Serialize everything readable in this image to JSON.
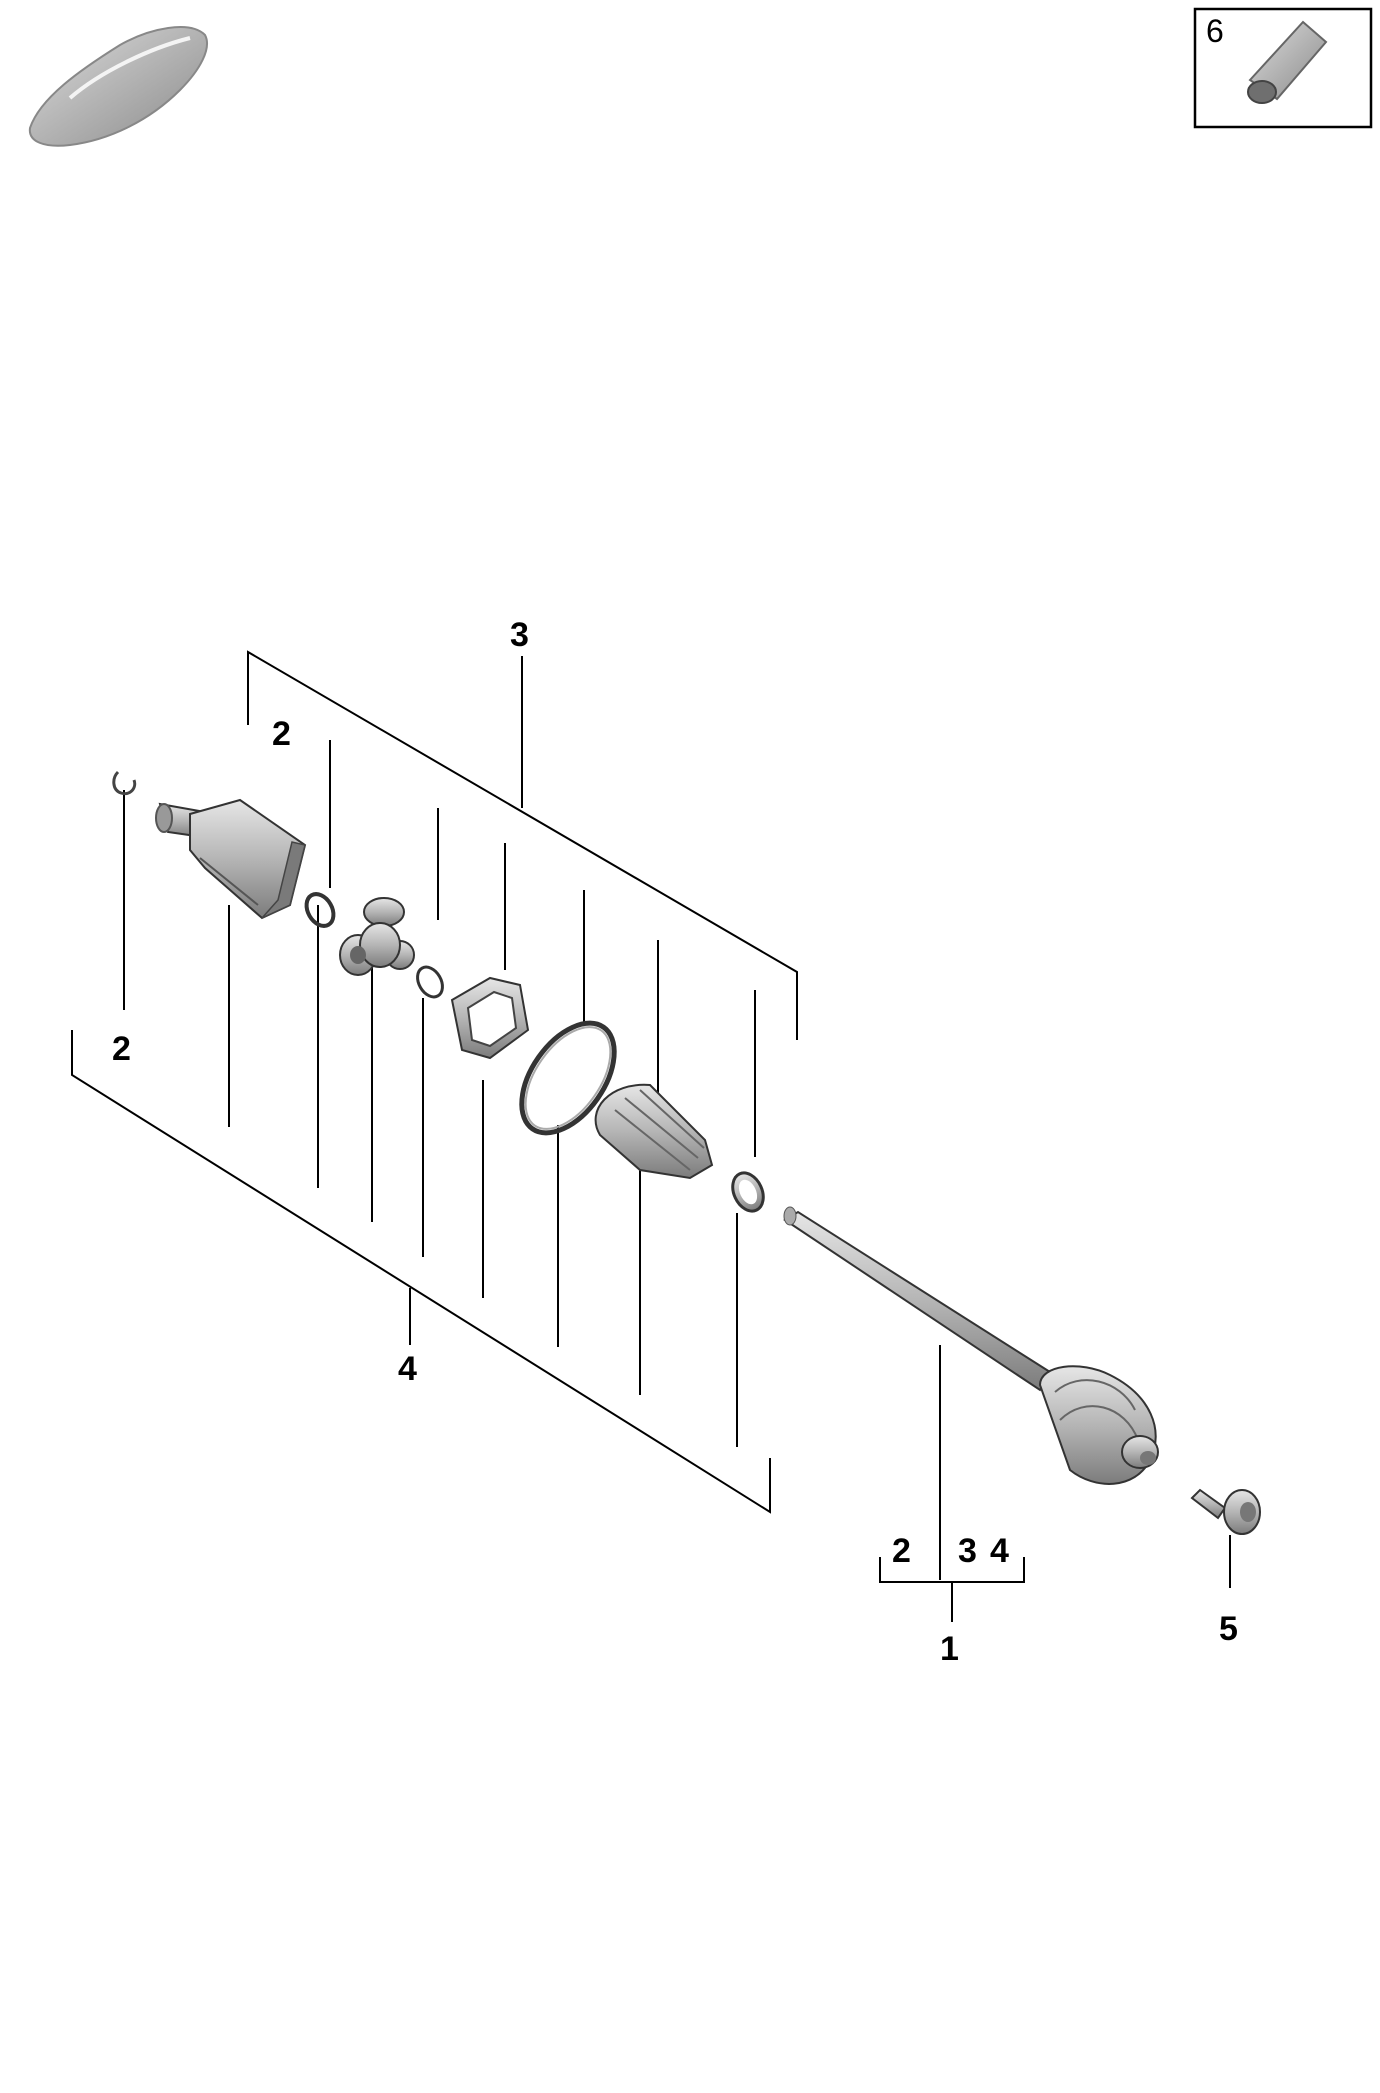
{
  "legend_box": {
    "number": "6",
    "item_icon": "grease-tube-icon"
  },
  "vehicle_icon": "car-silhouette-icon",
  "callouts": {
    "assembly": "3",
    "inner_joint_kit": "4",
    "circlip_top": "2",
    "circlip_left": "2",
    "drive_shaft": "1",
    "bolt": "5",
    "drive_shaft_sub_2": "2",
    "drive_shaft_sub_3": "3",
    "drive_shaft_sub_4": "4"
  },
  "colors": {
    "line": "#000000",
    "part_fill": "#bdbdbd",
    "part_dark": "#7a7a7a"
  }
}
